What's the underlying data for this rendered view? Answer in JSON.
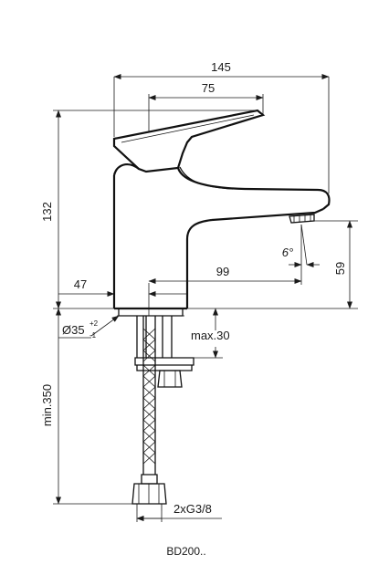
{
  "dimensions": {
    "overall_width": "145",
    "handle_length": "75",
    "height": "132",
    "base_to_center": "47",
    "spout_reach": "99",
    "spout_height": "59",
    "spout_angle": "6°",
    "base_diameter": "Ø35",
    "base_tol_upper": "+2",
    "base_tol_lower": "-1",
    "max_thickness": "max.30",
    "hose_length": "min.350",
    "connection_thread": "2xG3/8"
  },
  "product_code": "BD200.."
}
